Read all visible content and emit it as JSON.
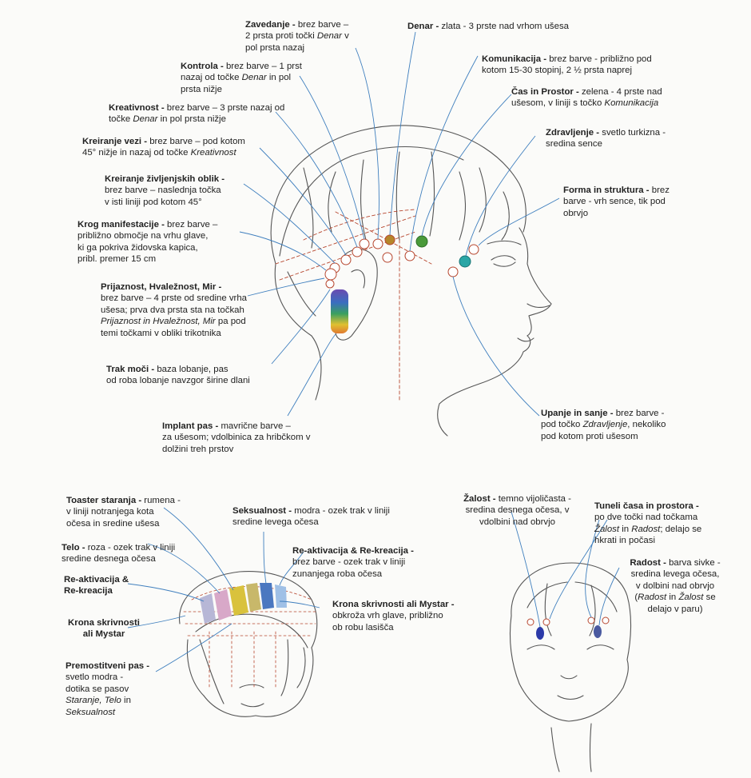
{
  "colors": {
    "line": "#3f7fbe",
    "sketch": "#555555",
    "red_dashed": "#b7472f",
    "money_gold": "#b5862a",
    "time_space_green": "#4a9a3a",
    "health_turquoise": "#2aa6a6",
    "sadness_violet": "#2c3aa8",
    "joy_gray_blue": "#4a5aa0",
    "worry_yellow": "#d9c23c",
    "body_pink": "#d8a8c8",
    "sexuality_blue": "#4b78c0"
  },
  "labels": {
    "zavedanje": {
      "title": "Zavedanje -",
      "text": "brez barve –",
      "lines": [
        "2 prsta proti točki",
        "v",
        "pol prsta nazaj"
      ],
      "ital": "Denar"
    },
    "denar": {
      "title": "Denar -",
      "text": "zlata - 3 prste nad vrhom ušesa"
    },
    "komunikacija": {
      "title": "Komunikacija -",
      "text": "brez barve - približno pod",
      "line2": "kotom 15-30 stopinj, 2 ½ prsta naprej"
    },
    "cas": {
      "title": "Čas in Prostor -",
      "text": "zelena - 4 prste nad",
      "line2": "ušesom, v liniji s točko",
      "ital": "Komunikacija"
    },
    "kontrola": {
      "title": "Kontrola -",
      "text": "brez barve – 1 prst",
      "line2a": "nazaj od točke",
      "ital": "Denar",
      "line2b": "in pol",
      "line3": "prsta nižje"
    },
    "kreativnost": {
      "title": "Kreativnost -",
      "text": "brez barve – 3 prste nazaj od",
      "line2a": "točke",
      "ital": "Denar",
      "line2b": "in pol prsta nižje"
    },
    "zdravljenje": {
      "title": "Zdravljenje -",
      "text": "svetlo turkizna -",
      "line2": "sredina sence"
    },
    "kreiranje_vezi": {
      "title": "Kreiranje vezi -",
      "text": "brez barve – pod kotom",
      "line2a": "45° nižje in nazaj od točke",
      "ital": "Kreativnost"
    },
    "kreiranje_oblik": {
      "title": "Kreiranje življenjskih oblik -",
      "line2": "brez barve – naslednja točka",
      "line3": "v isti liniji pod kotom 45°"
    },
    "forma": {
      "title": "Forma in struktura -",
      "text": "brez",
      "line2": "barve - vrh sence, tik pod",
      "line3": "obrvjo"
    },
    "krog": {
      "title": "Krog manifestacije -",
      "text": "brez barve –",
      "line2": "približno območje na vrhu glave,",
      "line3": "ki ga pokriva židovska kapica,",
      "line4": "pribl. premer 15 cm"
    },
    "prijaznost": {
      "title": "Prijaznost, Hvaležnost, Mir -",
      "line2": "brez barve – 4 prste od sredine vrha",
      "line3": "ušesa; prva dva prsta sta na točkah",
      "ital": "Prijaznost in Hvaležnost, Mir",
      "line4b": "pa pod",
      "line5": "temi točkami v obliki trikotnika"
    },
    "trak": {
      "title": "Trak moči -",
      "text": "baza lobanje, pas",
      "line2": "od roba lobanje navzgor širine dlani"
    },
    "implant": {
      "title": "Implant pas -",
      "text": "mavrične barve –",
      "line2": "za ušesom; vdolbinica za hribčkom v",
      "line3": "dolžini treh prstov"
    },
    "upanje": {
      "title": "Upanje in sanje -",
      "text": "brez barve -",
      "line2a": "pod točko",
      "ital": "Zdravljenje",
      "line2b": ", nekoliko",
      "line3": "pod kotom proti ušesom"
    },
    "toaster": {
      "title": "Toaster staranja -",
      "text": "rumena -",
      "line2": "v liniji notranjega kota",
      "line3": "očesa in sredine ušesa"
    },
    "seksualnost": {
      "title": "Seksualnost -",
      "text": "modra - ozek trak v liniji",
      "line2": "sredine levega očesa"
    },
    "telo": {
      "title": "Telo -",
      "text": "roza - ozek trak v liniji",
      "line2": "sredine desnega očesa"
    },
    "reaktivacija_right": {
      "title": "Re-aktivacija & Re-kreacija -",
      "line2": "brez barve - ozek trak v liniji",
      "line3": "zunanjega roba očesa"
    },
    "reaktivacija_left": {
      "title": "Re-aktivacija &",
      "line2": "Re-kreacija"
    },
    "krona_right": {
      "title": "Krona skrivnosti ali Mystar -",
      "line2": "obkroža vrh glave, približno",
      "line3": "ob robu lasišča"
    },
    "krona_left": {
      "title": "Krona skrivnosti",
      "line2": "ali Mystar"
    },
    "premostitveni": {
      "title": "Premostitveni pas -",
      "line2": "svetlo modra -",
      "line3": "dotika se pasov",
      "ital": "Staranje, Telo",
      "line4b": "in",
      "ital2": "Seksualnost"
    },
    "zalost": {
      "title": "Žalost -",
      "text": "temno vijoličasta -",
      "line2": "sredina desnega očesa, v",
      "line3": "vdolbini nad obrvjo"
    },
    "tuneli": {
      "title": "Tuneli časa in prostora -",
      "line2": "po dve točki nad točkama",
      "ital": "Žalost",
      "line3b": "in",
      "ital2": "Radost",
      "line3c": "; delajo se",
      "line4": "hkrati in počasi"
    },
    "radost": {
      "title": "Radost -",
      "text": "barva sivke -",
      "line2": "sredina levega očesa,",
      "line3": "v dolbini nad obrvjo",
      "line4a": "(",
      "ital": "Radost",
      "line4b": "in",
      "ital2": "Žalost",
      "line4c": "se",
      "line5": "delajo v paru)"
    }
  }
}
